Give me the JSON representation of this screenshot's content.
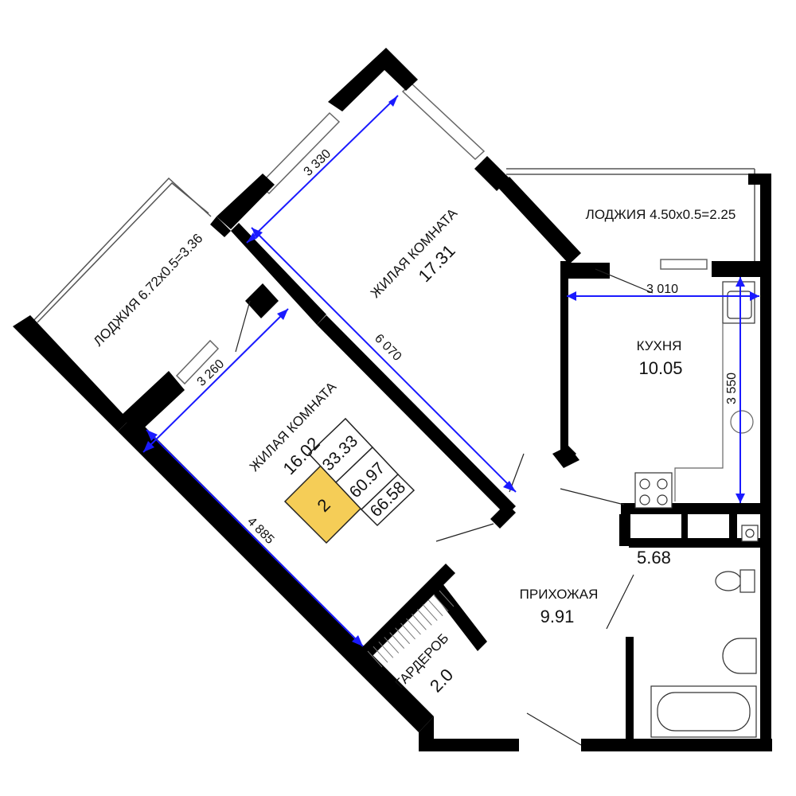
{
  "colors": {
    "wall": "#000000",
    "dimension_line": "#1a1aff",
    "room_badge": "#f5cd57",
    "text": "#111111"
  },
  "rooms": {
    "loggia_left": {
      "label": "ЛОДЖИЯ 6.72x0.5=3.36"
    },
    "loggia_right": {
      "label": "ЛОДЖИЯ 4.50x0.5=2.25"
    },
    "living_top": {
      "name": "ЖИЛАЯ КОМНАТА",
      "area": "17.31"
    },
    "living_left": {
      "name": "ЖИЛАЯ КОМНАТА",
      "area": "16.02"
    },
    "kitchen": {
      "name": "КУХНЯ",
      "area": "10.05"
    },
    "hallway": {
      "name": "ПРИХОЖАЯ",
      "area": "9.91"
    },
    "wardrobe": {
      "name": "ГАРДЕРОБ",
      "area": "2.0"
    },
    "bathroom": {
      "area": "5.68"
    }
  },
  "dimensions": {
    "top_room_width": "3 330",
    "top_room_length": "6 070",
    "left_room_width": "3 260",
    "left_room_length": "4 885",
    "kitchen_width": "3 010",
    "kitchen_length": "3 550"
  },
  "summary": {
    "rooms_count": "2",
    "living_area": "33.33",
    "total_area": "60.97",
    "total_area_with_loggia": "66.58"
  },
  "icons": [
    "stove-icon",
    "kitchen-sink-icon",
    "toilet-icon",
    "washbasin-icon",
    "bathtub-icon",
    "washing-machine-icon"
  ]
}
